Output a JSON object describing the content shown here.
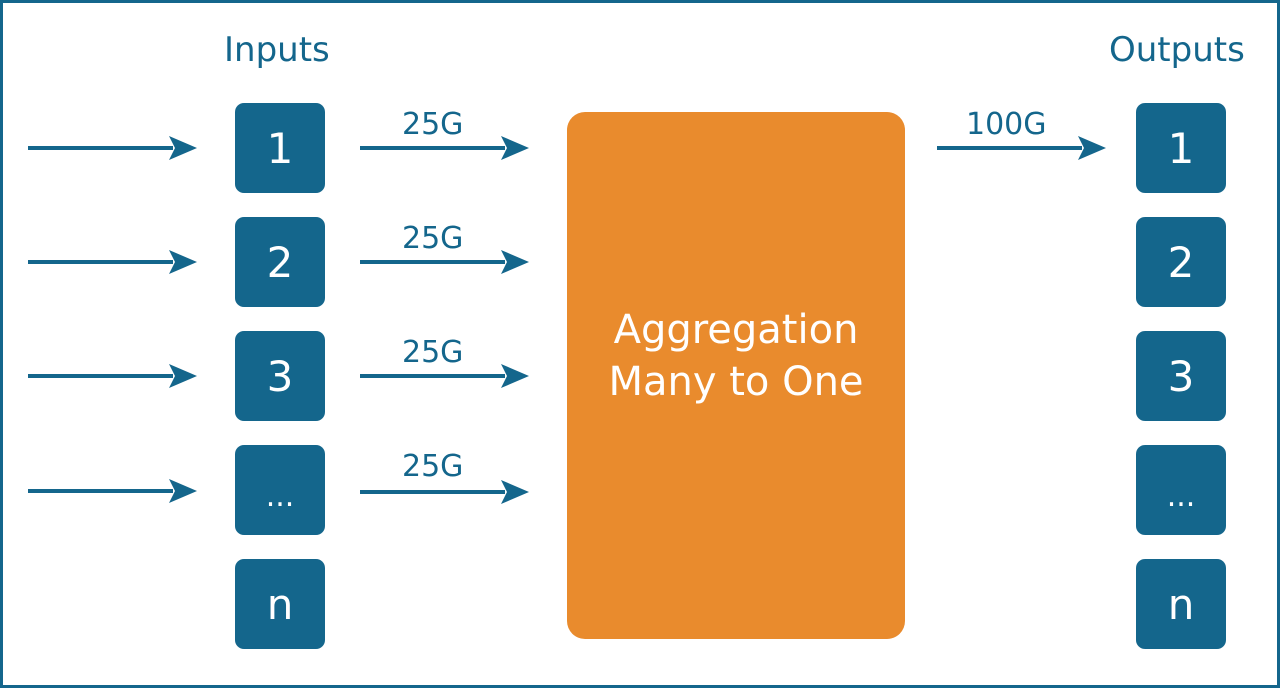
{
  "headings": {
    "inputs": "Inputs",
    "outputs": "Outputs"
  },
  "inputs": [
    "1",
    "2",
    "3",
    "...",
    "n"
  ],
  "outputs": [
    "1",
    "2",
    "3",
    "...",
    "n"
  ],
  "aggregator": {
    "line1": "Aggregation",
    "line2": "Many to One"
  },
  "rates": {
    "input_links": [
      "25G",
      "25G",
      "25G",
      "25G"
    ],
    "output_link": "100G"
  },
  "colors": {
    "primary": "#14668c",
    "aggregator": "#e98b2d",
    "text_on_fill": "#ffffff"
  }
}
